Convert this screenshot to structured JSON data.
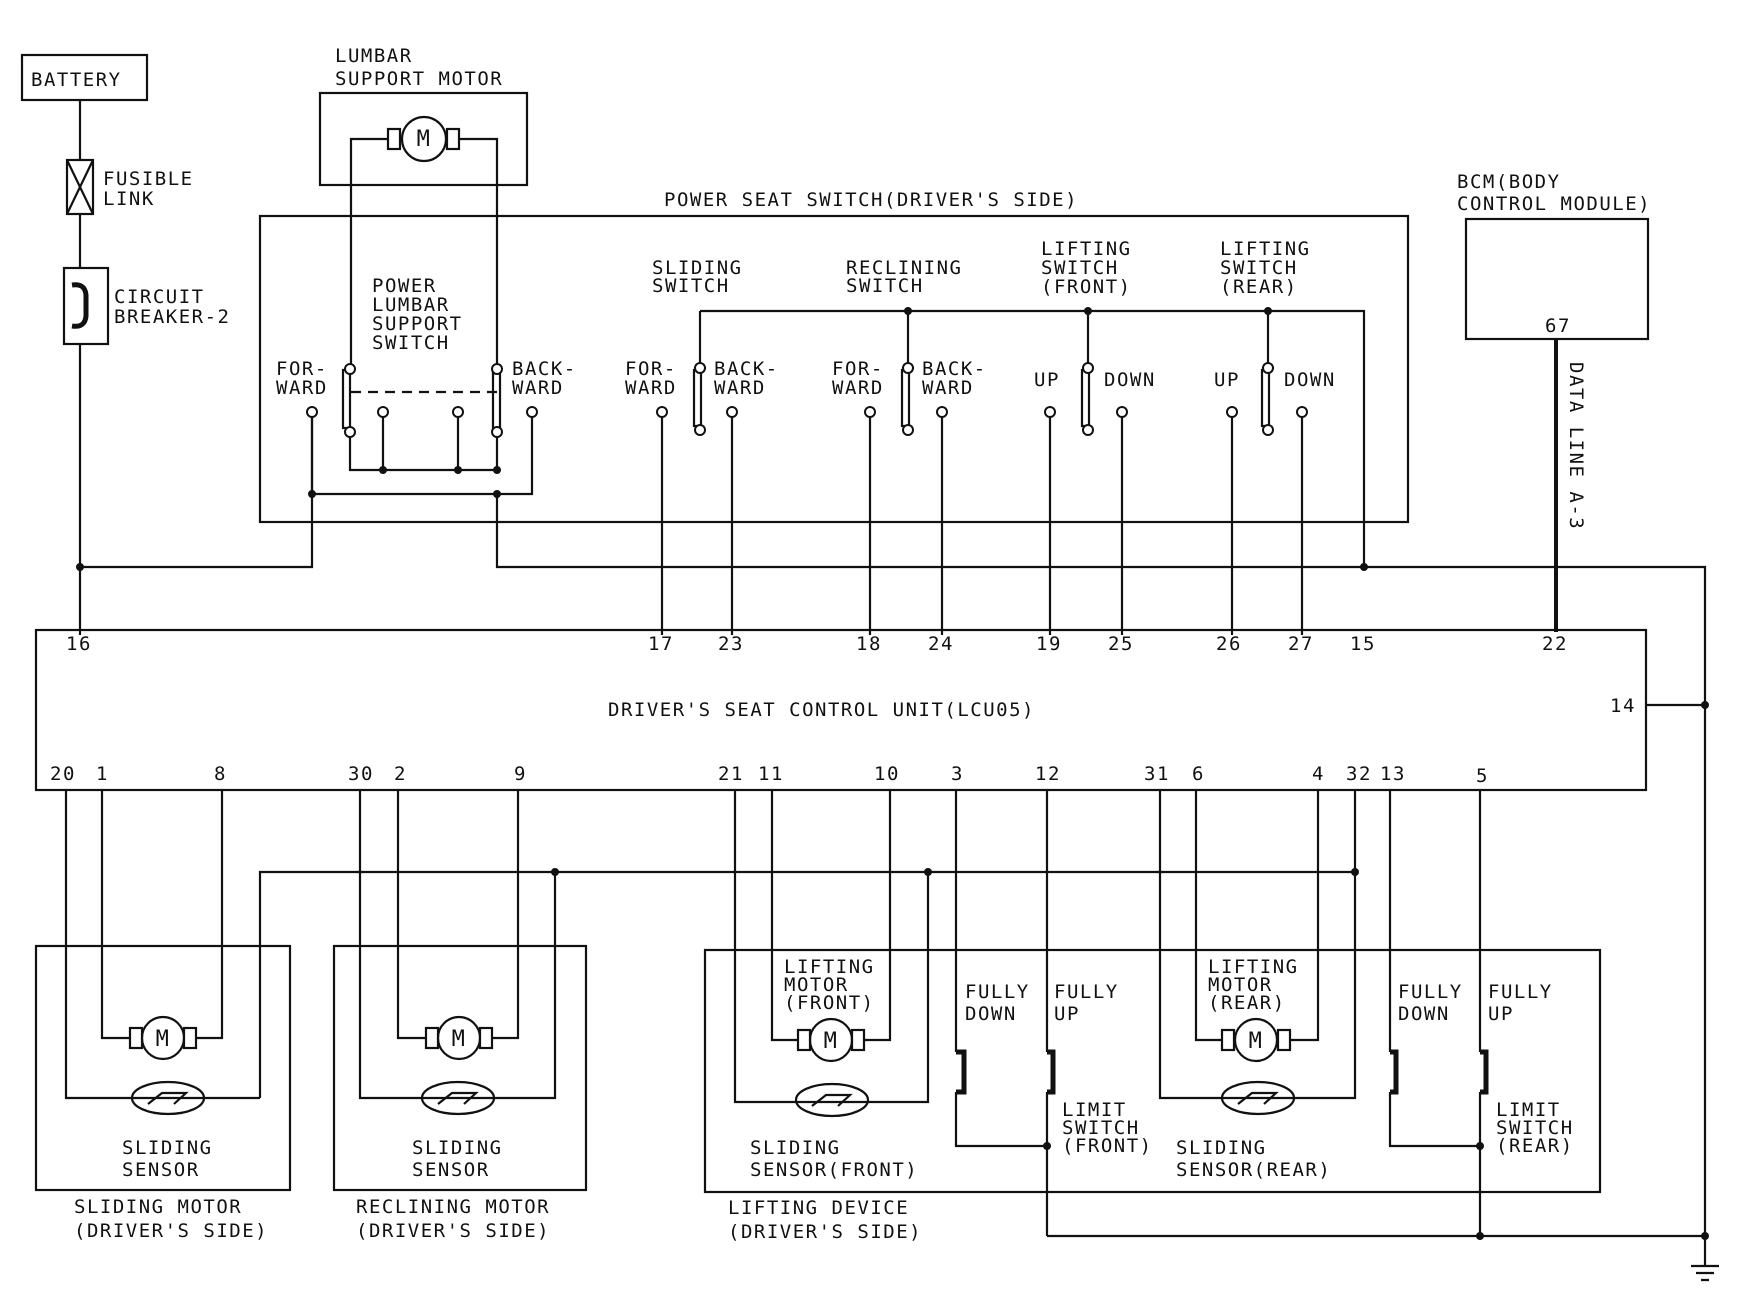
{
  "battery": "BATTERY",
  "lumbar_motor": [
    "LUMBAR",
    "SUPPORT MOTOR"
  ],
  "fusible_link": [
    "FUSIBLE",
    "LINK"
  ],
  "circuit_breaker": [
    "CIRCUIT",
    "BREAKER-2"
  ],
  "power_seat_switch": {
    "title": "POWER SEAT SWITCH(DRIVER'S SIDE)",
    "lumbar_switch": [
      "POWER",
      "LUMBAR",
      "SUPPORT",
      "SWITCH"
    ],
    "sliding_switch": [
      "SLIDING",
      "SWITCH"
    ],
    "reclining_switch": [
      "RECLINING",
      "SWITCH"
    ],
    "lifting_front": [
      "LIFTING",
      "SWITCH",
      "(FRONT)"
    ],
    "lifting_rear": [
      "LIFTING",
      "SWITCH",
      "(REAR)"
    ],
    "forward": [
      "FOR-",
      "WARD"
    ],
    "backward": [
      "BACK-",
      "WARD"
    ],
    "up": "UP",
    "down": "DOWN"
  },
  "bcm": {
    "label": [
      "BCM(BODY",
      "CONTROL MODULE)"
    ],
    "pin": "67",
    "data_line": "DATA LINE A-3"
  },
  "control_unit": {
    "label": "DRIVER'S SEAT CONTROL UNIT(LCU05)",
    "top_pins": [
      "16",
      "17",
      "23",
      "18",
      "24",
      "19",
      "25",
      "26",
      "27",
      "15",
      "22"
    ],
    "right_pin": "14",
    "bottom_pins": [
      "20",
      "1",
      "8",
      "30",
      "2",
      "9",
      "21",
      "11",
      "10",
      "3",
      "12",
      "31",
      "6",
      "4",
      "32",
      "13",
      "5"
    ]
  },
  "motor_symbol": "M",
  "sliding_sensor": [
    "SLIDING",
    "SENSOR"
  ],
  "sliding_sensor_front": [
    "SLIDING",
    "SENSOR(FRONT)"
  ],
  "sliding_sensor_rear": [
    "SLIDING",
    "SENSOR(REAR)"
  ],
  "lifting_motor_front": [
    "LIFTING",
    "MOTOR",
    "(FRONT)"
  ],
  "lifting_motor_rear": [
    "LIFTING",
    "MOTOR",
    "(REAR)"
  ],
  "fully_down": [
    "FULLY",
    "DOWN"
  ],
  "fully_up": [
    "FULLY",
    "UP"
  ],
  "limit_switch_front": [
    "LIMIT",
    "SWITCH",
    "(FRONT)"
  ],
  "limit_switch_rear": [
    "LIMIT",
    "SWITCH",
    "(REAR)"
  ],
  "sliding_motor": [
    "SLIDING MOTOR",
    "(DRIVER'S SIDE)"
  ],
  "reclining_motor": [
    "RECLINING MOTOR",
    "(DRIVER'S SIDE)"
  ],
  "lifting_device": [
    "LIFTING DEVICE",
    "(DRIVER'S SIDE)"
  ]
}
